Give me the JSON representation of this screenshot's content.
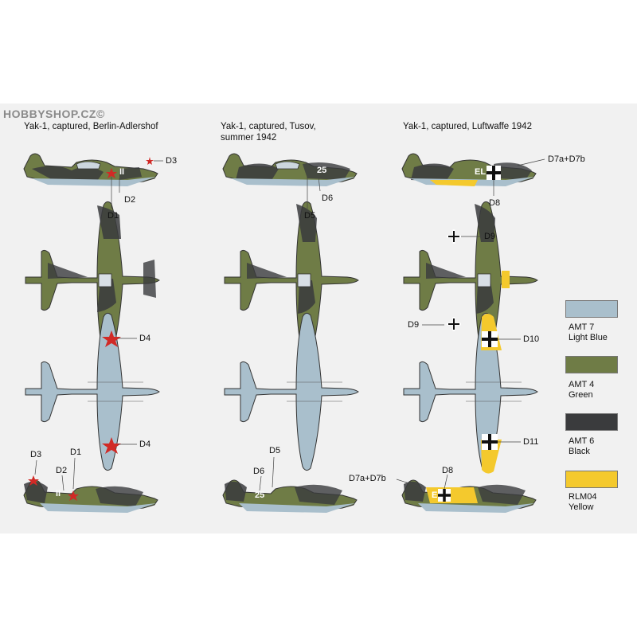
{
  "watermark": "HOBBYSHOP.CZ©",
  "schemes": [
    {
      "title": "Yak-1, captured, Berlin-Adlershof",
      "title_line2": ""
    },
    {
      "title": "Yak-1, captured, Tusov,",
      "title_line2": "summer 1942"
    },
    {
      "title": "Yak-1, captured, Luftwaffe 1942",
      "title_line2": ""
    }
  ],
  "markings": {
    "s1_top": {
      "code": "II"
    },
    "s1_bottom": {
      "code": "II"
    },
    "s2_top": {
      "code": "25"
    },
    "s2_bottom": {
      "code": "25"
    },
    "s3_top": {
      "code": "EL"
    },
    "s3_bottom": {
      "code": "E"
    }
  },
  "decals": {
    "D1a": "D1",
    "D2a": "D2",
    "D3a": "D3",
    "D4a": "D4",
    "D4b": "D4",
    "D3b": "D3",
    "D2b": "D2",
    "D1b": "D1",
    "D6a": "D6",
    "D5a": "D5",
    "D5b": "D5",
    "D6b": "D6",
    "D7a": "D7a+D7b",
    "D8a": "D8",
    "D9a": "D9",
    "D9b": "D9",
    "D10": "D10",
    "D11": "D11",
    "D7b": "D7a+D7b",
    "D8b": "D8"
  },
  "legend": [
    {
      "code": "AMT 7",
      "name": "Light Blue",
      "color": "#a9bfcc"
    },
    {
      "code": "AMT 4",
      "name": "Green",
      "color": "#6f7c46"
    },
    {
      "code": "AMT 6",
      "name": "Black",
      "color": "#3a3b3d"
    },
    {
      "code": "RLM04",
      "name": "Yellow",
      "color": "#f4c92d"
    }
  ]
}
